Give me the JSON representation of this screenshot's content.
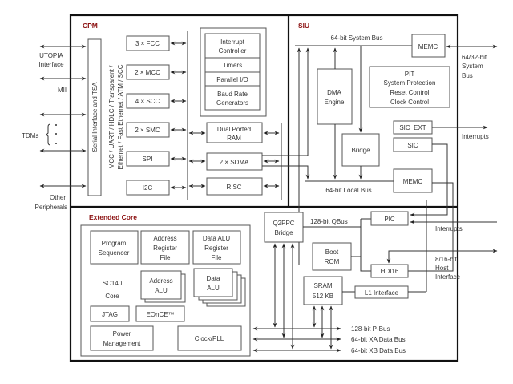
{
  "sections": {
    "cpm": "CPM",
    "siu": "SIU",
    "ext": "Extended Core"
  },
  "left": {
    "utopia": [
      "UTOPIA",
      "Interface"
    ],
    "mii": "MII",
    "tdms": "TDMs",
    "other": [
      "Other",
      "Peripherals"
    ]
  },
  "cpm": {
    "serial": "Serial Interface and TSA",
    "protocols": [
      "MCC / UART / HDLC / Transparent /",
      "Ethernet / Fast Ethernet / ATM / SCC"
    ],
    "fcc": "3 × FCC",
    "mcc": "2 × MCC",
    "scc": "4 × SCC",
    "smc": "2 × SMC",
    "spi": "SPI",
    "i2c": "I2C",
    "intc": [
      "Interrupt",
      "Controller"
    ],
    "timers": "Timers",
    "pio": "Parallel I/O",
    "brg": [
      "Baud Rate",
      "Generators"
    ],
    "dpram": [
      "Dual Ported",
      "RAM"
    ],
    "sdma": "2 × SDMA",
    "risc": "RISC"
  },
  "siu": {
    "sysbus": "64-bit System Bus",
    "memc": "MEMC",
    "dma": [
      "DMA",
      "Engine"
    ],
    "bridge": "Bridge",
    "pit": [
      "PIT",
      "System Protection",
      "Reset Control",
      "Clock Control"
    ],
    "sic_ext": "SIC_EXT",
    "sic": "SIC",
    "memc2": "MEMC",
    "localbus": "64-bit Local Bus"
  },
  "right": {
    "sysbus": [
      "64/32-bit",
      "System",
      "Bus"
    ],
    "int1": "Interrupts",
    "int2": "Interrupts",
    "host": [
      "8/16-bit",
      "Host",
      "Interface"
    ]
  },
  "ext": {
    "progseq": [
      "Program",
      "Sequencer"
    ],
    "arf": [
      "Address",
      "Register",
      "File"
    ],
    "darf": [
      "Data ALU",
      "Register",
      "File"
    ],
    "core": [
      "SC140",
      "Core"
    ],
    "aalu": [
      "Address",
      "ALU"
    ],
    "dalu": [
      "Data",
      "ALU"
    ],
    "jtag": "JTAG",
    "eonce": "EOnCE™",
    "power": [
      "Power",
      "Management"
    ],
    "clock": "Clock/PLL",
    "q2ppc": [
      "Q2PPC",
      "Bridge"
    ],
    "qbus": "128-bit QBus",
    "pic": "PIC",
    "bootrom": [
      "Boot",
      "ROM"
    ],
    "hdi16": "HDI16",
    "sram": [
      "SRAM",
      "512 KB"
    ],
    "l1": "L1 Interface",
    "pbus": "128-bit P-Bus",
    "xabus": "64-bit XA Data Bus",
    "xbbus": "64-bit XB Data Bus"
  }
}
